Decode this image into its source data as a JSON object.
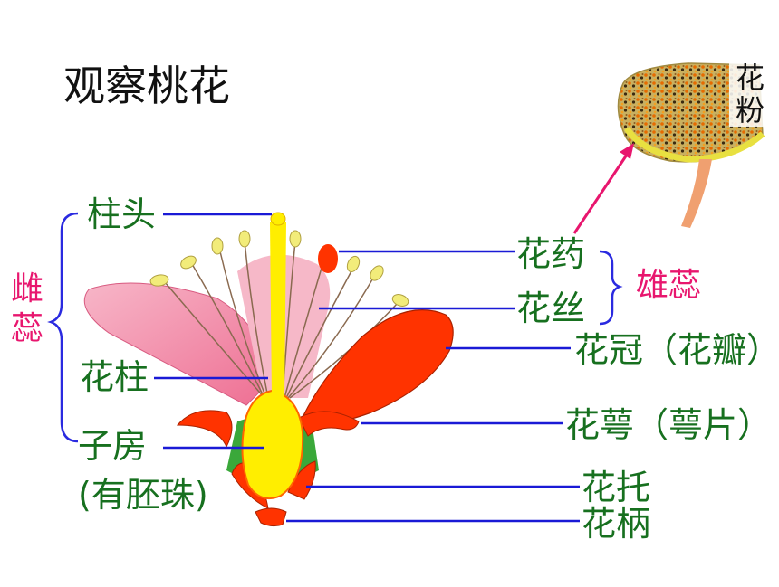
{
  "title": "观察桃花",
  "colors": {
    "label_green": "#17701f",
    "group_magenta": "#e8166e",
    "leader_blue": "#1a1ad6",
    "bracket_blue": "#2a2ae0",
    "arrow_magenta": "#e8166e",
    "pistil_yellow": "#ffee00",
    "petal_red": "#ff3300",
    "petal_pink": "#f28aa6",
    "anther_yellow": "#f2ec7a"
  },
  "pistil_group": {
    "char1": "雌",
    "char2": "蕊"
  },
  "stamen_group": {
    "label": "雄蕊"
  },
  "left_labels": {
    "stigma": "柱头",
    "style": "花柱",
    "ovary": "子房",
    "ovary_note": "(有胚珠)"
  },
  "right_labels": {
    "anther": "花药",
    "filament": "花丝",
    "corolla": "花冠（花瓣）",
    "calyx": "花萼（萼片）",
    "receptacle": "花托",
    "pedicel": "花柄"
  },
  "pollen_label": {
    "char1": "花",
    "char2": "粉"
  }
}
